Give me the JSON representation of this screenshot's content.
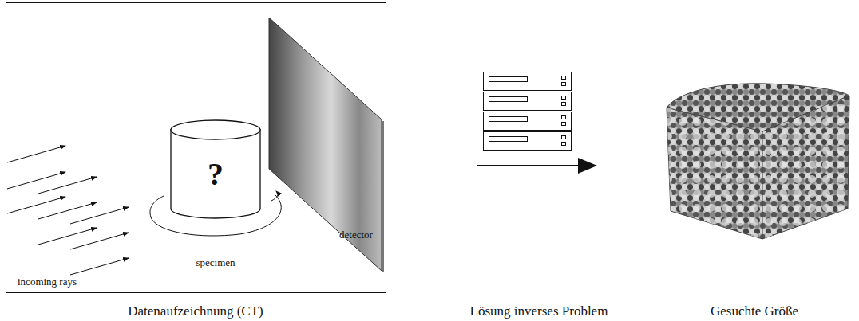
{
  "diagram": {
    "nodes": [
      {
        "text": [
          "?"
        ]
      }
    ],
    "labels": [
      "detector",
      "specimen",
      "incoming rays",
      "Datenaufzeichnung (CT)",
      "Lösung inverses Problem",
      "Gesuchte Größe"
    ]
  }
}
